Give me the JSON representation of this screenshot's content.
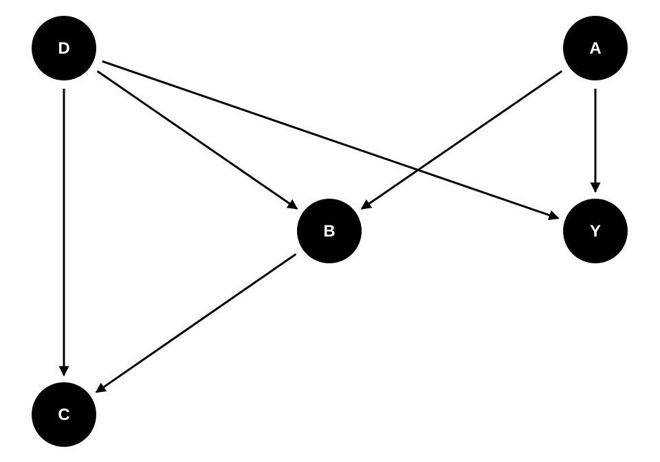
{
  "diagram": {
    "type": "directed-acyclic-graph",
    "node_color": "#000000",
    "label_color": "#ffffff",
    "edge_color": "#000000",
    "nodes": [
      {
        "id": "D",
        "label": "D"
      },
      {
        "id": "A",
        "label": "A"
      },
      {
        "id": "B",
        "label": "B"
      },
      {
        "id": "Y",
        "label": "Y"
      },
      {
        "id": "C",
        "label": "C"
      }
    ],
    "edges": [
      {
        "from": "D",
        "to": "C"
      },
      {
        "from": "D",
        "to": "B"
      },
      {
        "from": "D",
        "to": "Y"
      },
      {
        "from": "A",
        "to": "B"
      },
      {
        "from": "A",
        "to": "Y"
      },
      {
        "from": "B",
        "to": "C"
      }
    ]
  }
}
